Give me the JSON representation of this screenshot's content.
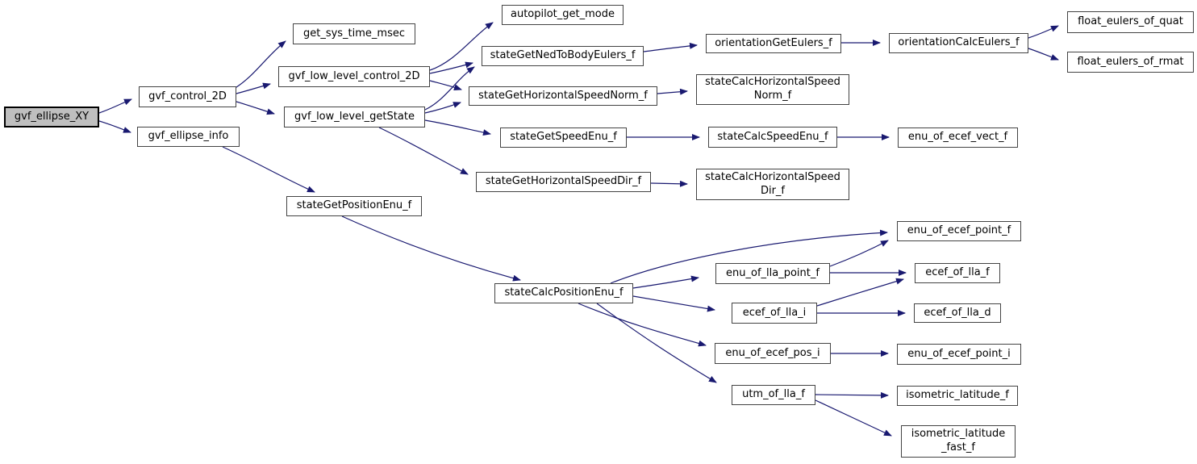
{
  "diagram": {
    "type": "call-graph",
    "root_function": "gvf_ellipse_XY",
    "colors": {
      "edge": "#191970",
      "node_border": "#434343",
      "node_fill": "#ffffff",
      "root_fill": "#bfbfbf",
      "root_border": "#000000",
      "text": "#000000"
    },
    "nodes": [
      {
        "id": "gvf_ellipse_XY",
        "label": "gvf_ellipse_XY"
      },
      {
        "id": "gvf_control_2D",
        "label": "gvf_control_2D"
      },
      {
        "id": "gvf_ellipse_info",
        "label": "gvf_ellipse_info"
      },
      {
        "id": "get_sys_time_msec",
        "label": "get_sys_time_msec"
      },
      {
        "id": "gvf_low_level_control_2D",
        "label": "gvf_low_level_control_2D"
      },
      {
        "id": "gvf_low_level_getState",
        "label": "gvf_low_level_getState"
      },
      {
        "id": "autopilot_get_mode",
        "label": "autopilot_get_mode"
      },
      {
        "id": "stateGetNedToBodyEulers_f",
        "label": "stateGetNedToBodyEulers_f"
      },
      {
        "id": "stateGetHorizontalSpeedNorm_f",
        "label": "stateGetHorizontalSpeedNorm_f"
      },
      {
        "id": "stateGetSpeedEnu_f",
        "label": "stateGetSpeedEnu_f"
      },
      {
        "id": "stateGetHorizontalSpeedDir_f",
        "label": "stateGetHorizontalSpeedDir_f"
      },
      {
        "id": "stateGetPositionEnu_f",
        "label": "stateGetPositionEnu_f"
      },
      {
        "id": "orientationGetEulers_f",
        "label": "orientationGetEulers_f"
      },
      {
        "id": "stateCalcHorizontalSpeedNorm_f",
        "label": "stateCalcHorizontalSpeed\nNorm_f"
      },
      {
        "id": "stateCalcSpeedEnu_f",
        "label": "stateCalcSpeedEnu_f"
      },
      {
        "id": "stateCalcHorizontalSpeedDir_f",
        "label": "stateCalcHorizontalSpeed\nDir_f"
      },
      {
        "id": "orientationCalcEulers_f",
        "label": "orientationCalcEulers_f"
      },
      {
        "id": "float_eulers_of_quat",
        "label": "float_eulers_of_quat"
      },
      {
        "id": "float_eulers_of_rmat",
        "label": "float_eulers_of_rmat"
      },
      {
        "id": "enu_of_ecef_vect_f",
        "label": "enu_of_ecef_vect_f"
      },
      {
        "id": "stateCalcPositionEnu_f",
        "label": "stateCalcPositionEnu_f"
      },
      {
        "id": "enu_of_ecef_point_f",
        "label": "enu_of_ecef_point_f"
      },
      {
        "id": "enu_of_lla_point_f",
        "label": "enu_of_lla_point_f"
      },
      {
        "id": "ecef_of_lla_f",
        "label": "ecef_of_lla_f"
      },
      {
        "id": "ecef_of_lla_i",
        "label": "ecef_of_lla_i"
      },
      {
        "id": "ecef_of_lla_d",
        "label": "ecef_of_lla_d"
      },
      {
        "id": "enu_of_ecef_pos_i",
        "label": "enu_of_ecef_pos_i"
      },
      {
        "id": "enu_of_ecef_point_i",
        "label": "enu_of_ecef_point_i"
      },
      {
        "id": "utm_of_lla_f",
        "label": "utm_of_lla_f"
      },
      {
        "id": "isometric_latitude_f",
        "label": "isometric_latitude_f"
      },
      {
        "id": "isometric_latitude_fast_f",
        "label": "isometric_latitude\n_fast_f"
      }
    ],
    "edges": [
      {
        "from": "gvf_ellipse_XY",
        "to": "gvf_control_2D"
      },
      {
        "from": "gvf_ellipse_XY",
        "to": "gvf_ellipse_info"
      },
      {
        "from": "gvf_control_2D",
        "to": "get_sys_time_msec"
      },
      {
        "from": "gvf_control_2D",
        "to": "gvf_low_level_control_2D"
      },
      {
        "from": "gvf_control_2D",
        "to": "gvf_low_level_getState"
      },
      {
        "from": "gvf_ellipse_info",
        "to": "stateGetPositionEnu_f"
      },
      {
        "from": "gvf_low_level_control_2D",
        "to": "autopilot_get_mode"
      },
      {
        "from": "gvf_low_level_control_2D",
        "to": "stateGetNedToBodyEulers_f"
      },
      {
        "from": "gvf_low_level_control_2D",
        "to": "stateGetHorizontalSpeedNorm_f"
      },
      {
        "from": "gvf_low_level_getState",
        "to": "stateGetNedToBodyEulers_f"
      },
      {
        "from": "gvf_low_level_getState",
        "to": "stateGetHorizontalSpeedNorm_f"
      },
      {
        "from": "gvf_low_level_getState",
        "to": "stateGetSpeedEnu_f"
      },
      {
        "from": "gvf_low_level_getState",
        "to": "stateGetHorizontalSpeedDir_f"
      },
      {
        "from": "stateGetNedToBodyEulers_f",
        "to": "orientationGetEulers_f"
      },
      {
        "from": "orientationGetEulers_f",
        "to": "orientationCalcEulers_f"
      },
      {
        "from": "orientationCalcEulers_f",
        "to": "float_eulers_of_quat"
      },
      {
        "from": "orientationCalcEulers_f",
        "to": "float_eulers_of_rmat"
      },
      {
        "from": "stateGetHorizontalSpeedNorm_f",
        "to": "stateCalcHorizontalSpeedNorm_f"
      },
      {
        "from": "stateGetSpeedEnu_f",
        "to": "stateCalcSpeedEnu_f"
      },
      {
        "from": "stateCalcSpeedEnu_f",
        "to": "enu_of_ecef_vect_f"
      },
      {
        "from": "stateGetHorizontalSpeedDir_f",
        "to": "stateCalcHorizontalSpeedDir_f"
      },
      {
        "from": "stateGetPositionEnu_f",
        "to": "stateCalcPositionEnu_f"
      },
      {
        "from": "stateCalcPositionEnu_f",
        "to": "enu_of_ecef_point_f"
      },
      {
        "from": "stateCalcPositionEnu_f",
        "to": "enu_of_lla_point_f"
      },
      {
        "from": "stateCalcPositionEnu_f",
        "to": "ecef_of_lla_i"
      },
      {
        "from": "stateCalcPositionEnu_f",
        "to": "enu_of_ecef_pos_i"
      },
      {
        "from": "stateCalcPositionEnu_f",
        "to": "utm_of_lla_f"
      },
      {
        "from": "enu_of_lla_point_f",
        "to": "enu_of_ecef_point_f"
      },
      {
        "from": "enu_of_lla_point_f",
        "to": "ecef_of_lla_f"
      },
      {
        "from": "ecef_of_lla_i",
        "to": "ecef_of_lla_f"
      },
      {
        "from": "ecef_of_lla_i",
        "to": "ecef_of_lla_d"
      },
      {
        "from": "enu_of_ecef_pos_i",
        "to": "enu_of_ecef_point_i"
      },
      {
        "from": "utm_of_lla_f",
        "to": "isometric_latitude_f"
      },
      {
        "from": "utm_of_lla_f",
        "to": "isometric_latitude_fast_f"
      }
    ]
  }
}
